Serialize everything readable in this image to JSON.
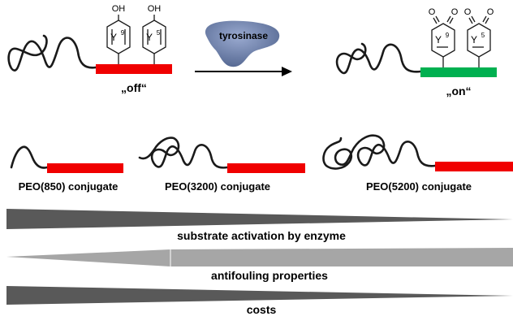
{
  "colors": {
    "off_block": "#f00000",
    "on_block": "#00b050",
    "enzyme": "#6b7fae",
    "wedge_dark": "#595959",
    "wedge_light": "#a6a6a6"
  },
  "top_scheme": {
    "off_state": {
      "label": "„off“",
      "groups": [
        {
          "oh": "OH",
          "residue": "Y",
          "sup": "9"
        },
        {
          "oh": "OH",
          "residue": "Y",
          "sup": "5"
        }
      ]
    },
    "enzyme_label": "tyrosinase",
    "on_state": {
      "label": "„on“",
      "groups": [
        {
          "o_left": "O",
          "o_right": "O",
          "residue": "Y",
          "sup": "9"
        },
        {
          "o_left": "O",
          "o_right": "O",
          "residue": "Y",
          "sup": "5"
        }
      ]
    }
  },
  "conjugates": [
    {
      "label": "PEO(850) conjugate"
    },
    {
      "label": "PEO(3200) conjugate"
    },
    {
      "label": "PEO(5200) conjugate"
    }
  ],
  "trends": [
    {
      "label": "substrate activation by enzyme",
      "direction": "decreasing"
    },
    {
      "label": "antifouling properties",
      "direction": "increasing"
    },
    {
      "label": "costs",
      "direction": "decreasing"
    }
  ]
}
